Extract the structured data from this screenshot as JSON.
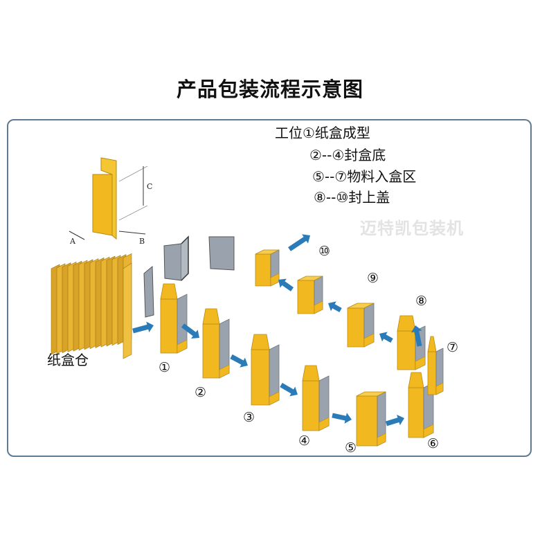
{
  "title": "产品包装流程示意图",
  "legend": [
    "工位①纸盒成型",
    "②--④封盒底",
    "⑤--⑦物料入盒区",
    "⑧--⑩封上盖"
  ],
  "carton_store_label": "纸盒仓",
  "dimension_labels": [
    "A",
    "B",
    "C"
  ],
  "station_numbers": [
    "①",
    "②",
    "③",
    "④",
    "⑤",
    "⑥",
    "⑦",
    "⑧",
    "⑨",
    "⑩"
  ],
  "watermark": "迈特凯包装机",
  "colors": {
    "box_yellow": "#f2b81f",
    "box_side_gray": "#9aa3ad",
    "arrow_blue": "#2b7bb9",
    "frame": "#5d7a92"
  }
}
